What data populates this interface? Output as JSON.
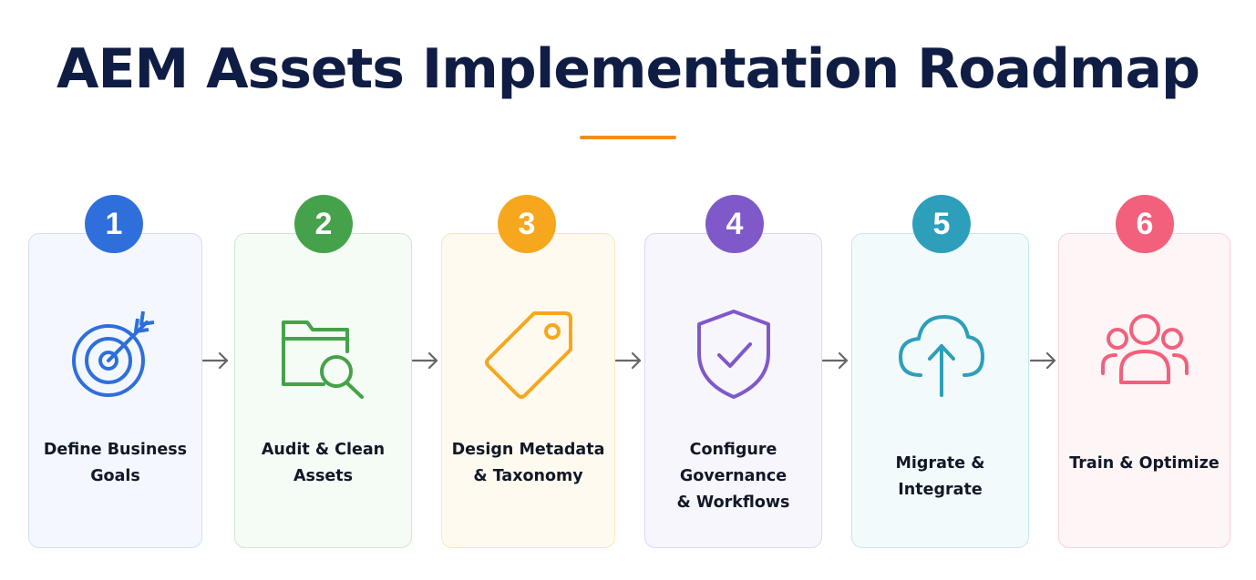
{
  "title": "AEM Assets Implementation Roadmap",
  "colors": {
    "title": "#0f1d45",
    "accent_rule": "#f08c1e",
    "arrow": "#666666"
  },
  "steps": [
    {
      "number": "1",
      "label_lines": [
        "Define Business",
        "Goals"
      ],
      "icon": "target-arrow-icon",
      "color": "#2f6fdb",
      "card_bg": "#f4f8fe",
      "card_border": "#cfe0f7"
    },
    {
      "number": "2",
      "label_lines": [
        "Audit & Clean",
        "Assets"
      ],
      "icon": "folder-search-icon",
      "color": "#45a24a",
      "card_bg": "#f5fbf5",
      "card_border": "#cfe8cf"
    },
    {
      "number": "3",
      "label_lines": [
        "Design Metadata",
        "& Taxonomy"
      ],
      "icon": "tag-icon",
      "color": "#f6a71e",
      "card_bg": "#fffaf0",
      "card_border": "#fbe5bd"
    },
    {
      "number": "4",
      "label_lines": [
        "Configure Governance",
        "& Workflows"
      ],
      "icon": "shield-check-icon",
      "color": "#7f59c9",
      "card_bg": "#f8f6fd",
      "card_border": "#ded6f2"
    },
    {
      "number": "5",
      "label_lines": [
        "Migrate & Integrate"
      ],
      "icon": "cloud-upload-icon",
      "color": "#2e9fbb",
      "card_bg": "#f3fafc",
      "card_border": "#c9e7f0"
    },
    {
      "number": "6",
      "label_lines": [
        "Train & Optimize"
      ],
      "icon": "users-group-icon",
      "color": "#f2607c",
      "card_bg": "#fef5f7",
      "card_border": "#f8d2da"
    }
  ]
}
